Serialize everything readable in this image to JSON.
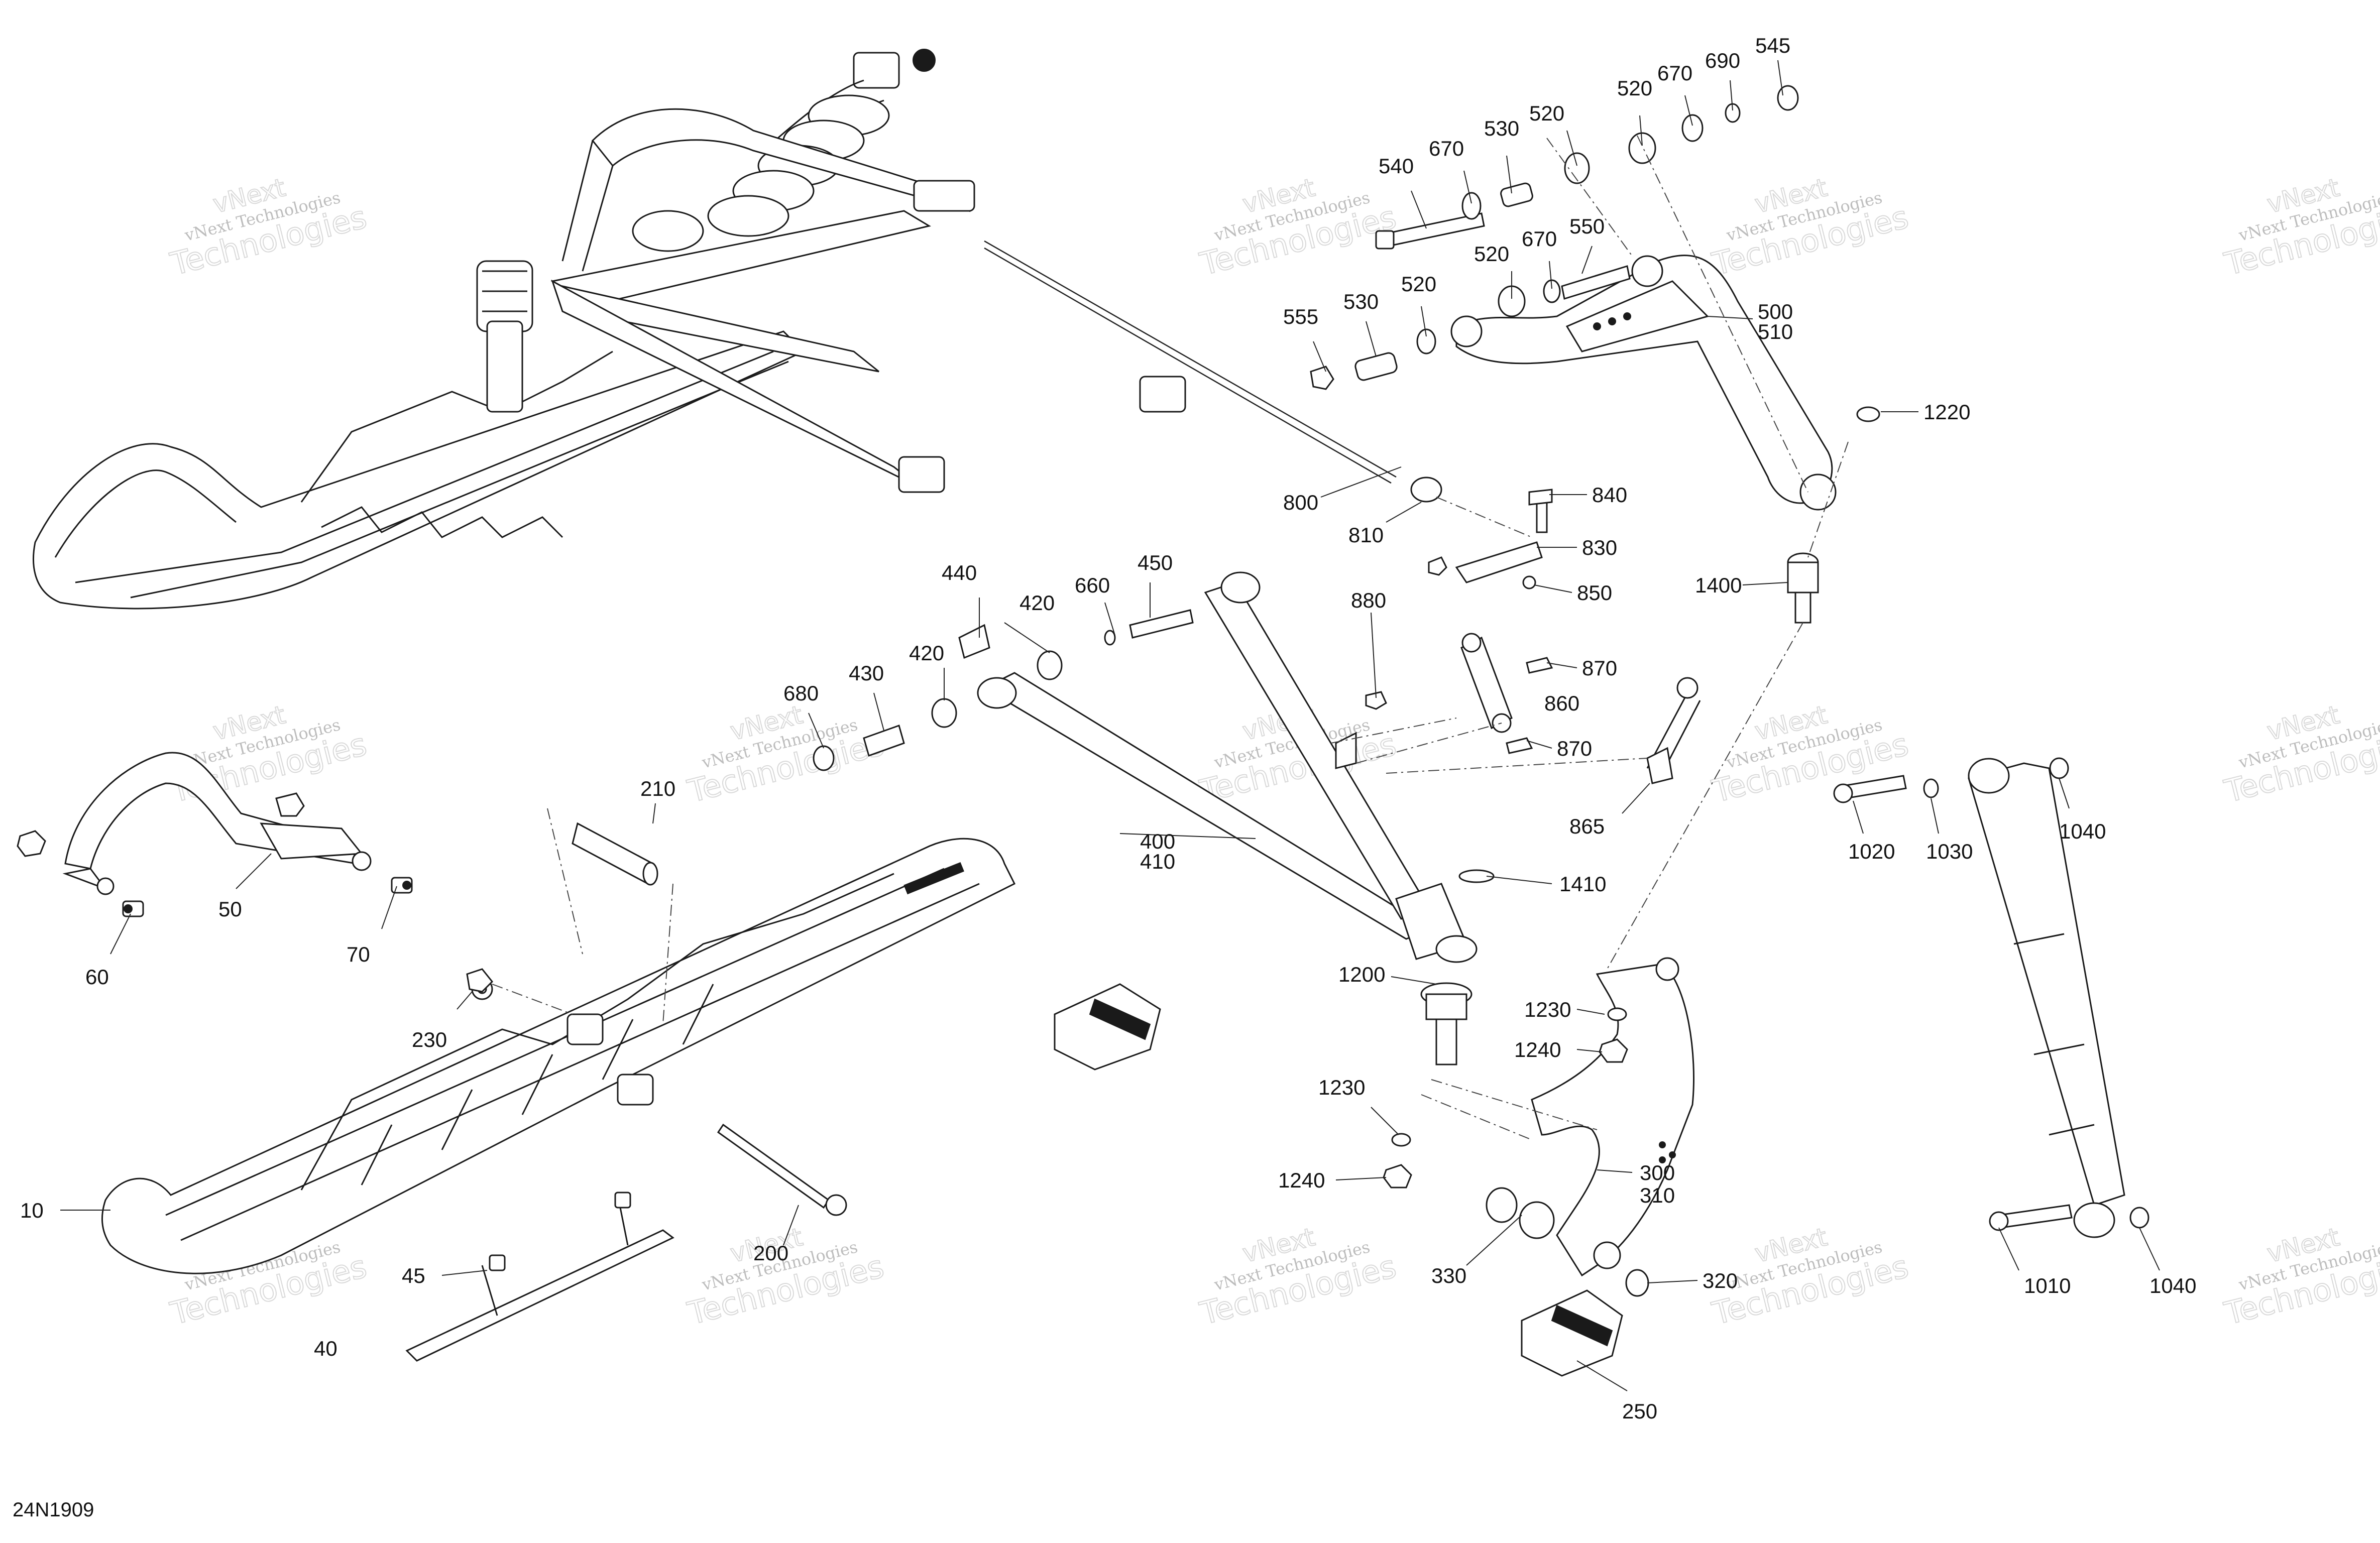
{
  "diagram_code": "24N1909",
  "watermark": {
    "line1": "vNext Technologies",
    "vnext": "vNext",
    "technologies": "Technologies"
  },
  "callouts": [
    {
      "id": "c545",
      "label": "545"
    },
    {
      "id": "c690",
      "label": "690"
    },
    {
      "id": "c670a",
      "label": "670"
    },
    {
      "id": "c520a",
      "label": "520"
    },
    {
      "id": "c520b",
      "label": "520"
    },
    {
      "id": "c530a",
      "label": "530"
    },
    {
      "id": "c670b",
      "label": "670"
    },
    {
      "id": "c540",
      "label": "540"
    },
    {
      "id": "c520c",
      "label": "520"
    },
    {
      "id": "c670c",
      "label": "670"
    },
    {
      "id": "c550",
      "label": "550"
    },
    {
      "id": "c555",
      "label": "555"
    },
    {
      "id": "c530b",
      "label": "530"
    },
    {
      "id": "c520d",
      "label": "520"
    },
    {
      "id": "c500",
      "label": "500"
    },
    {
      "id": "c510",
      "label": "510"
    },
    {
      "id": "c1220",
      "label": "1220"
    },
    {
      "id": "c840",
      "label": "840"
    },
    {
      "id": "c830",
      "label": "830"
    },
    {
      "id": "c850",
      "label": "850"
    },
    {
      "id": "c800",
      "label": "800"
    },
    {
      "id": "c810",
      "label": "810"
    },
    {
      "id": "c1400",
      "label": "1400"
    },
    {
      "id": "c880",
      "label": "880"
    },
    {
      "id": "c440",
      "label": "440"
    },
    {
      "id": "c450",
      "label": "450"
    },
    {
      "id": "c660",
      "label": "660"
    },
    {
      "id": "c420a",
      "label": "420"
    },
    {
      "id": "c420b",
      "label": "420"
    },
    {
      "id": "c430",
      "label": "430"
    },
    {
      "id": "c680",
      "label": "680"
    },
    {
      "id": "c870a",
      "label": "870"
    },
    {
      "id": "c860",
      "label": "860"
    },
    {
      "id": "c870b",
      "label": "870"
    },
    {
      "id": "c865",
      "label": "865"
    },
    {
      "id": "c1020",
      "label": "1020"
    },
    {
      "id": "c1030",
      "label": "1030"
    },
    {
      "id": "c1040a",
      "label": "1040"
    },
    {
      "id": "c210",
      "label": "210"
    },
    {
      "id": "c400",
      "label": "400"
    },
    {
      "id": "c410",
      "label": "410"
    },
    {
      "id": "c1410",
      "label": "1410"
    },
    {
      "id": "c50",
      "label": "50"
    },
    {
      "id": "c70",
      "label": "70"
    },
    {
      "id": "c60",
      "label": "60"
    },
    {
      "id": "c1200",
      "label": "1200"
    },
    {
      "id": "c230",
      "label": "230"
    },
    {
      "id": "c1230a",
      "label": "1230"
    },
    {
      "id": "c1240a",
      "label": "1240"
    },
    {
      "id": "c1230b",
      "label": "1230"
    },
    {
      "id": "c1240b",
      "label": "1240"
    },
    {
      "id": "c300",
      "label": "300"
    },
    {
      "id": "c310",
      "label": "310"
    },
    {
      "id": "c10",
      "label": "10"
    },
    {
      "id": "c200",
      "label": "200"
    },
    {
      "id": "c45",
      "label": "45"
    },
    {
      "id": "c330",
      "label": "330"
    },
    {
      "id": "c320",
      "label": "320"
    },
    {
      "id": "c1010",
      "label": "1010"
    },
    {
      "id": "c1040b",
      "label": "1040"
    },
    {
      "id": "c40",
      "label": "40"
    },
    {
      "id": "c250",
      "label": "250"
    }
  ]
}
